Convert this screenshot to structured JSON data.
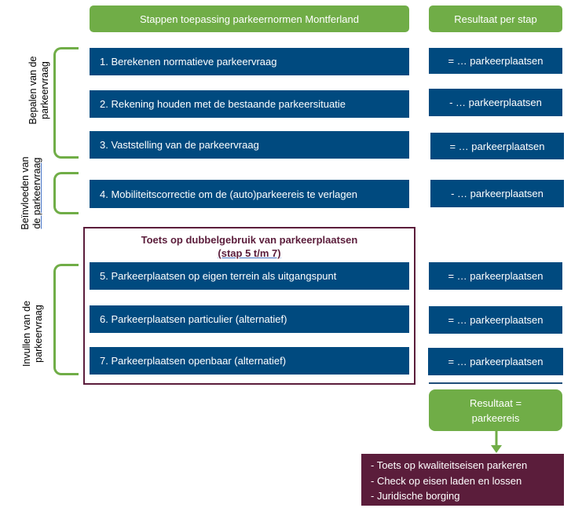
{
  "headers": {
    "steps_title": "Stappen toepassing parkeernormen Montferland",
    "result_title": "Resultaat per stap"
  },
  "side_labels": {
    "bepalen": [
      "Bepalen van de",
      "parkeervraag"
    ],
    "beinvloeden": [
      "Beïnvloeden van",
      "de parkeervraag"
    ],
    "invullen": [
      "Invullen van de",
      "parkeervraag"
    ]
  },
  "toets": {
    "title_line1": "Toets op dubbelgebruik van parkeerplaatsen",
    "title_line2": "(stap 5 t/m 7)"
  },
  "steps": [
    {
      "label": "1. Berekenen normatieve parkeervraag",
      "result": "= … parkeerplaatsen"
    },
    {
      "label": "2. Rekening houden met de bestaande parkeersituatie",
      "result": "- … parkeerplaatsen"
    },
    {
      "label": "3. Vaststelling van de parkeervraag",
      "result": "= … parkeerplaatsen"
    },
    {
      "label": "4. Mobiliteitscorrectie om de (auto)parkeereis te verlagen",
      "result": "- … parkeerplaatsen"
    },
    {
      "label": "5. Parkeerplaatsen op eigen terrein als uitgangspunt",
      "result": "= … parkeerplaatsen"
    },
    {
      "label": "6. Parkeerplaatsen particulier (alternatief)",
      "result": "= … parkeerplaatsen"
    },
    {
      "label": "7. Parkeerplaatsen openbaar (alternatief)",
      "result": "= … parkeerplaatsen"
    }
  ],
  "final_result": [
    "Resultaat =",
    "parkeereis"
  ],
  "checks": [
    "- Toets op kwaliteitseisen parkeren",
    "- Check op eisen laden en lossen",
    "- Juridische borging"
  ],
  "colors": {
    "green": "#70ad47",
    "blue": "#004a7f",
    "purple": "#5b1d3b"
  }
}
